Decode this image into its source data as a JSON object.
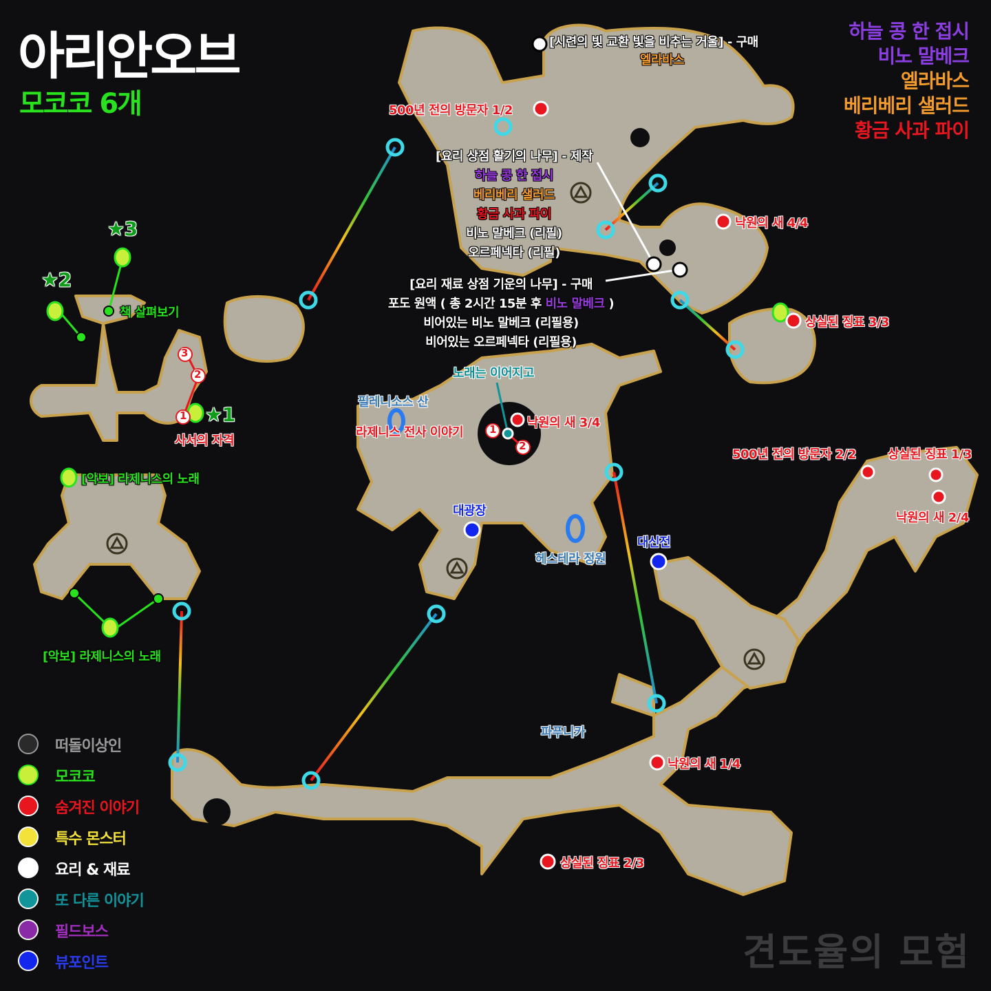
{
  "header": {
    "title": "아리안오브",
    "subtitle": "모코코 6개"
  },
  "recipes": [
    {
      "text": "하늘 콩 한 접시",
      "color": "#8b3fe0"
    },
    {
      "text": "비노 말베크",
      "color": "#8b3fe0"
    },
    {
      "text": "엘라바스",
      "color": "#f39b2c"
    },
    {
      "text": "베리베리 샐러드",
      "color": "#f39b2c"
    },
    {
      "text": "황금 사과 파이",
      "color": "#e8161e"
    }
  ],
  "markers": {
    "hidden_stories": [
      "500년 전의 방문자 1/2",
      "500년 전의 방문자 2/2",
      "낙원의 새 4/4",
      "낙원의 새 3/4",
      "낙원의 새 2/4",
      "낙원의 새 1/4",
      "상실된 징표 3/3",
      "상실된 징표 1/3",
      "상실된 징표 2/3",
      "사서의 자격",
      "라제니스 전사 이야기"
    ],
    "mokoko": [
      "책 살펴보기",
      "[악보] 라제니스의 노래",
      "[악보] 라제니스의 노래"
    ],
    "mokoko_stars": [
      "★1",
      "★2",
      "★3"
    ],
    "step_numbers": [
      "1",
      "2",
      "3"
    ],
    "other_story": "노래는 이어지고",
    "viewpoints": [
      "대광장",
      "대신전"
    ],
    "places": [
      "필레니소스 산",
      "헤스테라 정원",
      "파푸니카"
    ],
    "shop_mirror": {
      "line1": "[시련의 빛 교환 빛을 비추는 거울] - 구매",
      "line2": "엘라바스"
    },
    "cook_shop": {
      "title": "[요리 상점 활기의 나무] - 제작",
      "items": [
        "하늘 콩 한 접시",
        "베리베리 샐러드",
        "황금 사과 파이",
        "비노 말베크 (리필)",
        "오르페넥타 (리필)"
      ]
    },
    "ingredient_shop": {
      "title": "[요리 재료 상점 기운의 나무] - 구매",
      "line2_a": "포도 원액 ( 총 2시간 15분 후 ",
      "line2_b": "비노 말베크",
      "line2_c": " )",
      "line3": "비어있는 비노 말베크 (리필용)",
      "line4": "비어있는 오르페넥타 (리필용)"
    }
  },
  "legend": [
    {
      "label": "떠돌이상인",
      "color": "#9a9a9a",
      "icon": "wheel-icon"
    },
    {
      "label": "모코코",
      "color": "#27e21d",
      "icon": "mokoko-icon"
    },
    {
      "label": "숨겨진 이야기",
      "color": "#e8161e",
      "icon": "dot"
    },
    {
      "label": "특수 몬스터",
      "color": "#f4e23a",
      "icon": "dot"
    },
    {
      "label": "요리 & 재료",
      "color": "#ffffff",
      "icon": "dot"
    },
    {
      "label": "또 다른 이야기",
      "color": "#11949a",
      "icon": "dot"
    },
    {
      "label": "필드보스",
      "color": "#8a2aa6",
      "icon": "dot"
    },
    {
      "label": "뷰포인트",
      "color": "#1226ee",
      "icon": "dot"
    }
  ],
  "watermark": "견도율의 모험"
}
